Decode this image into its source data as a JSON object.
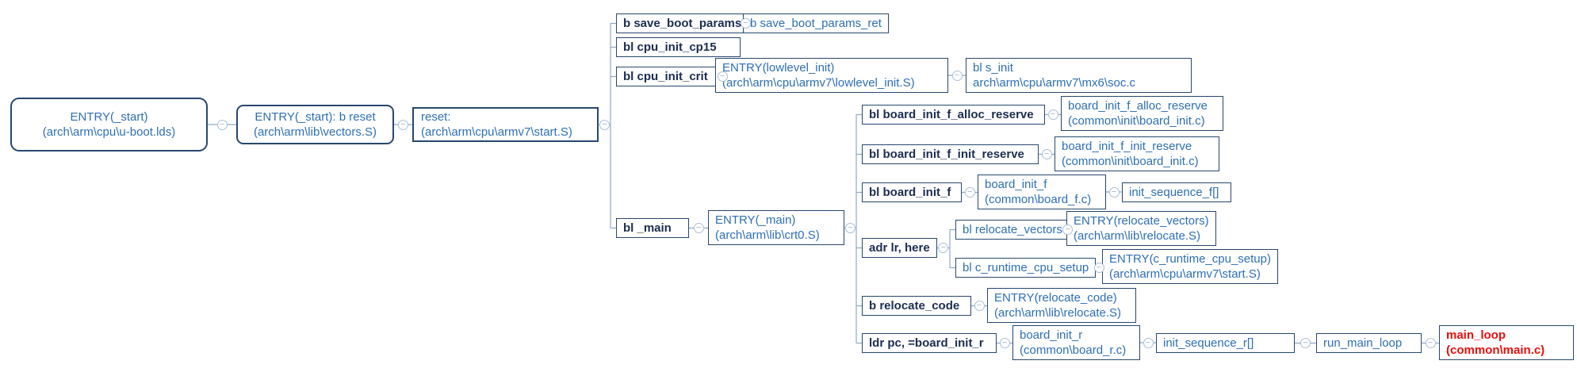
{
  "colors": {
    "box_border": "#27476e",
    "call_text": "#1b2d50",
    "file_text": "#2e6fb4",
    "highlight_text": "#e8100c",
    "connector_line": "#8fa9c8",
    "collapse_icon": "#a5bbd3",
    "background": "#ffffff"
  },
  "icons": {
    "collapse_toggle": "−"
  },
  "nodes": {
    "entry_start": {
      "line1": "ENTRY(_start)",
      "line2": "(arch\\arm\\cpu\\u-boot.lds)"
    },
    "vector_reset": {
      "line1": "ENTRY(_start): b reset",
      "line2": "(arch\\arm\\lib\\vectors.S)"
    },
    "reset": {
      "line1": "reset:",
      "line2": "(arch\\arm\\cpu\\armv7\\start.S)"
    },
    "save_boot_params": {
      "line1": "b save_boot_params"
    },
    "save_boot_params_ret": {
      "line1": "b save_boot_params_ret"
    },
    "cpu_init_cp15": {
      "line1": "bl cpu_init_cp15"
    },
    "cpu_init_crit": {
      "line1": "bl cpu_init_crit"
    },
    "lowlevel_init": {
      "line1": "ENTRY(lowlevel_init)",
      "line2": "(arch\\arm\\cpu\\armv7\\lowlevel_init.S)"
    },
    "s_init": {
      "line1": "bl s_init",
      "line2": "arch\\arm\\cpu\\armv7\\mx6\\soc.c"
    },
    "bl_main": {
      "line1": "bl _main"
    },
    "entry_main": {
      "line1": "ENTRY(_main)",
      "line2": "(arch\\arm\\lib\\crt0.S)"
    },
    "board_init_f_alloc_reserve_call": {
      "line1": "bl board_init_f_alloc_reserve"
    },
    "board_init_f_alloc_reserve_def": {
      "line1": "board_init_f_alloc_reserve",
      "line2": "(common\\init\\board_init.c)"
    },
    "board_init_f_init_reserve_call": {
      "line1": "bl board_init_f_init_reserve"
    },
    "board_init_f_init_reserve_def": {
      "line1": "board_init_f_init_reserve",
      "line2": "(common\\init\\board_init.c)"
    },
    "board_init_f_call": {
      "line1": "bl board_init_f"
    },
    "board_init_f_def": {
      "line1": "board_init_f",
      "line2": "(common\\board_f.c)"
    },
    "init_sequence_f": {
      "line1": "init_sequence_f[]"
    },
    "adr_lr_here": {
      "line1": "adr lr, here"
    },
    "relocate_vectors_call": {
      "line1": "bl relocate_vectors"
    },
    "relocate_vectors_def": {
      "line1": "ENTRY(relocate_vectors)",
      "line2": "(arch\\arm\\lib\\relocate.S)"
    },
    "c_runtime_cpu_setup_call": {
      "line1": "bl c_runtime_cpu_setup"
    },
    "c_runtime_cpu_setup_def": {
      "line1": "ENTRY(c_runtime_cpu_setup)",
      "line2": "(arch\\arm\\cpu\\armv7\\start.S)"
    },
    "relocate_code_call": {
      "line1": "b relocate_code"
    },
    "relocate_code_def": {
      "line1": "ENTRY(relocate_code)",
      "line2": "(arch\\arm\\lib\\relocate.S)"
    },
    "ldr_pc_board_init_r": {
      "line1": "ldr pc, =board_init_r"
    },
    "board_init_r_def": {
      "line1": "board_init_r",
      "line2": "(common\\board_r.c)"
    },
    "init_sequence_r": {
      "line1": "init_sequence_r[]"
    },
    "run_main_loop": {
      "line1": "run_main_loop"
    },
    "main_loop": {
      "line1": "main_loop",
      "line2": "(common\\main.c)"
    }
  }
}
